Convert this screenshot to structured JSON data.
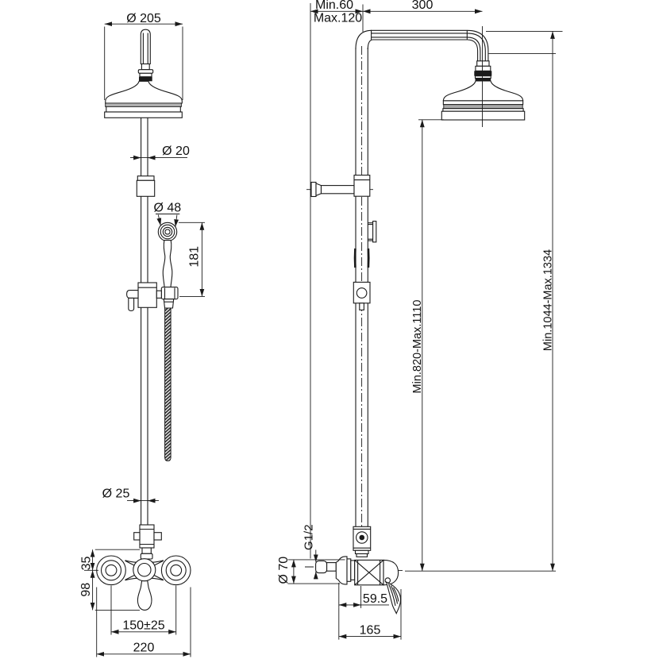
{
  "front_view": {
    "head_diameter": "Ø 205",
    "pipe_diameter": "Ø 20",
    "handshower_diameter": "Ø 48",
    "handshower_length": "181",
    "riser_diameter": "Ø 25",
    "body_to_center": "35",
    "center_to_lever": "98",
    "inlet_spacing": "150±25",
    "total_width": "220"
  },
  "side_view": {
    "wall_offset_min": "Min.60",
    "wall_offset_max": "Max.120",
    "arm_reach": "300",
    "head_height_range": "Min.820-Max.1110",
    "total_height_range": "Min.1044-Max.1334",
    "thread_size": "G1/2",
    "flange_diameter": "Ø 70",
    "wall_to_center": "59.5",
    "mixer_depth": "165"
  },
  "colors": {
    "line": "#1a1a1a",
    "background": "#ffffff",
    "rim_shade": "#a9a9a9"
  }
}
